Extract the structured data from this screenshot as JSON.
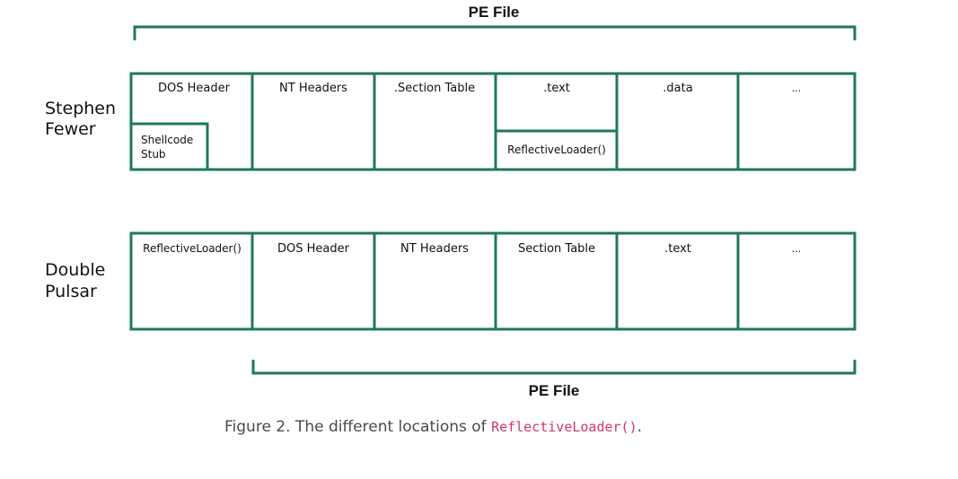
{
  "diagram": {
    "top_pe_label": "PE File",
    "bottom_pe_label": "PE File",
    "rows": [
      {
        "label_line1": "Stephen",
        "label_line2": "Fewer",
        "cells": {
          "dos_header": "DOS Header",
          "shellcode_line1": "Shellcode",
          "shellcode_line2": "Stub",
          "nt_headers": "NT Headers",
          "section_table": ".Section Table",
          "text": ".text",
          "reflective_loader": "ReflectiveLoader()",
          "data": ".data",
          "ellipsis": "..."
        }
      },
      {
        "label_line1": "Double",
        "label_line2": "Pulsar",
        "cells": {
          "reflective_loader": "ReflectiveLoader()",
          "dos_header": "DOS Header",
          "nt_headers": "NT Headers",
          "section_table": "Section Table",
          "text": ".text",
          "ellipsis": "..."
        }
      }
    ],
    "colors": {
      "stroke": "#1e7a55",
      "text": "#111111"
    }
  },
  "caption": {
    "prefix": "Figure 2. The different locations of ",
    "code": "ReflectiveLoader()",
    "suffix": "."
  }
}
